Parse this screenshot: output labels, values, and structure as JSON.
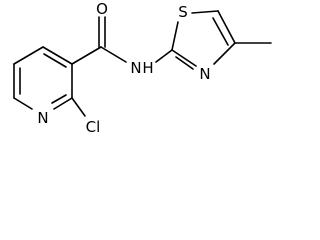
{
  "molecule": {
    "atom_labels": {
      "carbonyl_oxygen": "O",
      "amide_nitrogen": "N",
      "amide_hydrogen": "H",
      "pyridine_nitrogen": "N",
      "chlorine": "Cl",
      "thiazole_sulfur": "S",
      "thiazole_nitrogen": "N"
    }
  }
}
